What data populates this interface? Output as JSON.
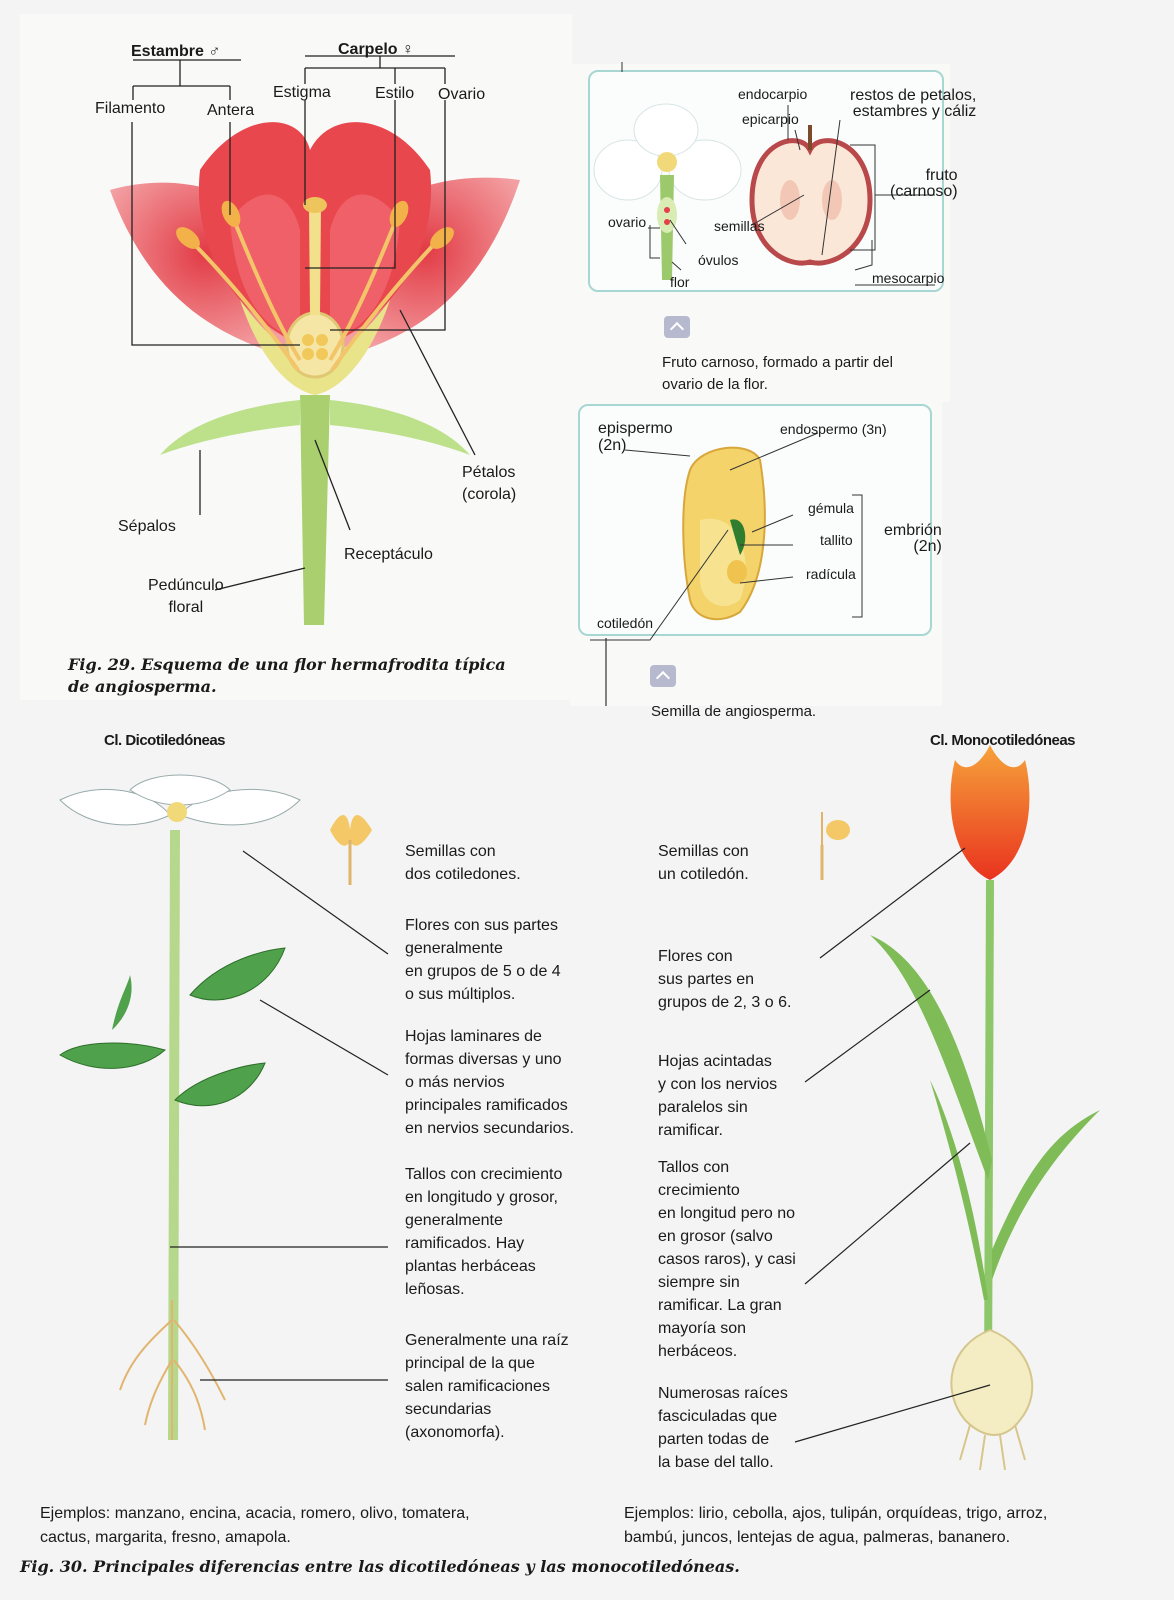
{
  "fig29": {
    "labels": {
      "estambre": "Estambre ♂",
      "carpelo": "Carpelo ♀",
      "filamento": "Filamento",
      "antera": "Antera",
      "estigma": "Estigma",
      "estilo": "Estilo",
      "ovario": "Ovario",
      "petalos": "Pétalos\n(corola)",
      "sepalos": "Sépalos",
      "receptaculo": "Receptáculo",
      "pedunculo": "Pedúnculo\nfloral"
    },
    "caption": "Fig. 29. Esquema de una flor hermafrodita típica\nde angiosperma."
  },
  "fruit": {
    "labels": {
      "endocarpio": "endocarpio",
      "epicarpio": "epicarpio",
      "restos": "restos de petalos,\nestambres y cáliz",
      "fruto": "fruto\n(carnoso)",
      "ovario": "ovario",
      "semillas": "semillas",
      "ovulos": "óvulos",
      "flor": "flor",
      "mesocarpio": "mesocarpio"
    },
    "caption": "Fruto carnoso, formado a partir del\novario de la flor."
  },
  "seed": {
    "labels": {
      "epispermo": "epispermo\n(2n)",
      "endospermo": "endospermo (3n)",
      "gemula": "gémula",
      "tallito": "tallito",
      "radicula": "radícula",
      "embrion": "embrión\n(2n)",
      "cotiledon": "cotiledón"
    },
    "caption": "Semilla de angiosperma."
  },
  "fig30": {
    "dicot": {
      "title": "Cl. Dicotiledóneas",
      "seeds": "Semillas con\ndos cotiledones.",
      "flowers": "Flores con sus partes\ngeneralmente\nen grupos de 5 o de 4\no sus múltiplos.",
      "leaves": "Hojas laminares de\nformas diversas y uno\no más nervios\nprincipales ramificados\nen nervios secundarios.",
      "stems": "Tallos con crecimiento\nen longitudo y grosor,\ngeneralmente\nramificados. Hay\nplantas herbáceas\nleñosas.",
      "roots": "Generalmente una raíz\nprincipal de la que\nsalen ramificaciones\nsecundarias\n(axonomorfa).",
      "examples": "Ejemplos: manzano, encina, acacia, romero, olivo, tomatera,\ncactus, margarita, fresno, amapola."
    },
    "monocot": {
      "title": "Cl. Monocotiledóneas",
      "seeds": "Semillas con\nun cotiledón.",
      "flowers": "Flores con\nsus partes en\ngrupos de 2, 3 o 6.",
      "leaves": "Hojas acintadas\ny con los nervios\nparalelos sin\nramificar.",
      "stems": "Tallos con\ncrecimiento\nen longitud pero no\nen grosor (salvo\ncasos raros), y casi\nsiempre sin\nramificar. La gran\nmayoría son\nherbáceos.",
      "roots": "Numerosas raíces\nfasciculadas que\nparten todas de\nla base del tallo.",
      "examples": "Ejemplos: lirio, cebolla, ajos, tulipán, orquídeas, trigo, arroz,\nbambú, juncos, lentejas de agua, palmeras, bananero."
    },
    "caption": "Fig. 30. Principales diferencias entre las dicotiledóneas y las monocotiledóneas."
  },
  "colors": {
    "petal": "#e8474d",
    "stem": "#a9cf6e",
    "stamen": "#f3b14a",
    "teal": "#a8d6d2",
    "tulip": "#ef5a1c"
  }
}
